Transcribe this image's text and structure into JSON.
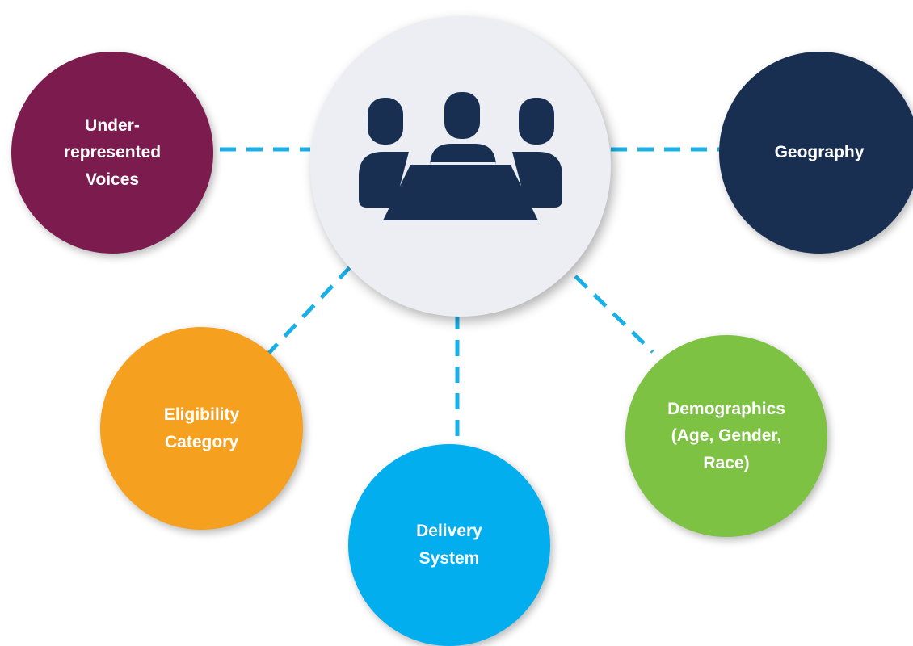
{
  "hub": {
    "icon": "meeting-people-icon",
    "fill_color": "#eceef3",
    "icon_color": "#182f52"
  },
  "connector_color": "#1ab0e8",
  "nodes": {
    "underrepresented": {
      "label": "Under-\nrepresented\nVoices",
      "color": "#7b1b4e"
    },
    "geography": {
      "label": "Geography",
      "color": "#182f52"
    },
    "eligibility": {
      "label": "Eligibility\nCategory",
      "color": "#f5a01e"
    },
    "delivery": {
      "label": "Delivery\nSystem",
      "color": "#03aeef"
    },
    "demographics": {
      "label": "Demographics\n(Age, Gender,\nRace)",
      "color": "#7dc242"
    }
  }
}
